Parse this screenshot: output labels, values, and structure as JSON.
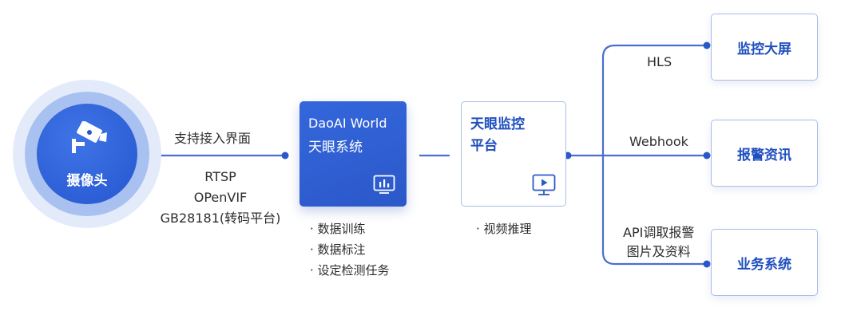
{
  "colors": {
    "line": "#4a6fd0",
    "primary": "#2b58c9",
    "box_border": "#a9bde6",
    "title_blue": "#1f4fbf"
  },
  "camera": {
    "label": "摄像头",
    "icon": "camera-icon"
  },
  "interface": {
    "title": "支持接入界面",
    "protocols": [
      "RTSP",
      "OPenVIF",
      "GB28181(转码平台)"
    ]
  },
  "daoai": {
    "line1": "DaoAI World",
    "line2": "天眼系统",
    "icon": "bar-chart-icon",
    "features": [
      "数据训练",
      "数据标注",
      "设定检测任务"
    ]
  },
  "monitor": {
    "line1": "天眼监控",
    "line2": "平台",
    "icon": "video-monitor-icon",
    "features": [
      "视频推理"
    ]
  },
  "outputs": [
    {
      "label": "监控大屏",
      "channel": "HLS"
    },
    {
      "label": "报警资讯",
      "channel": "Webhook"
    },
    {
      "label": "业务系统",
      "channel_lines": [
        "API调取报警",
        "图片及资料"
      ]
    }
  ]
}
